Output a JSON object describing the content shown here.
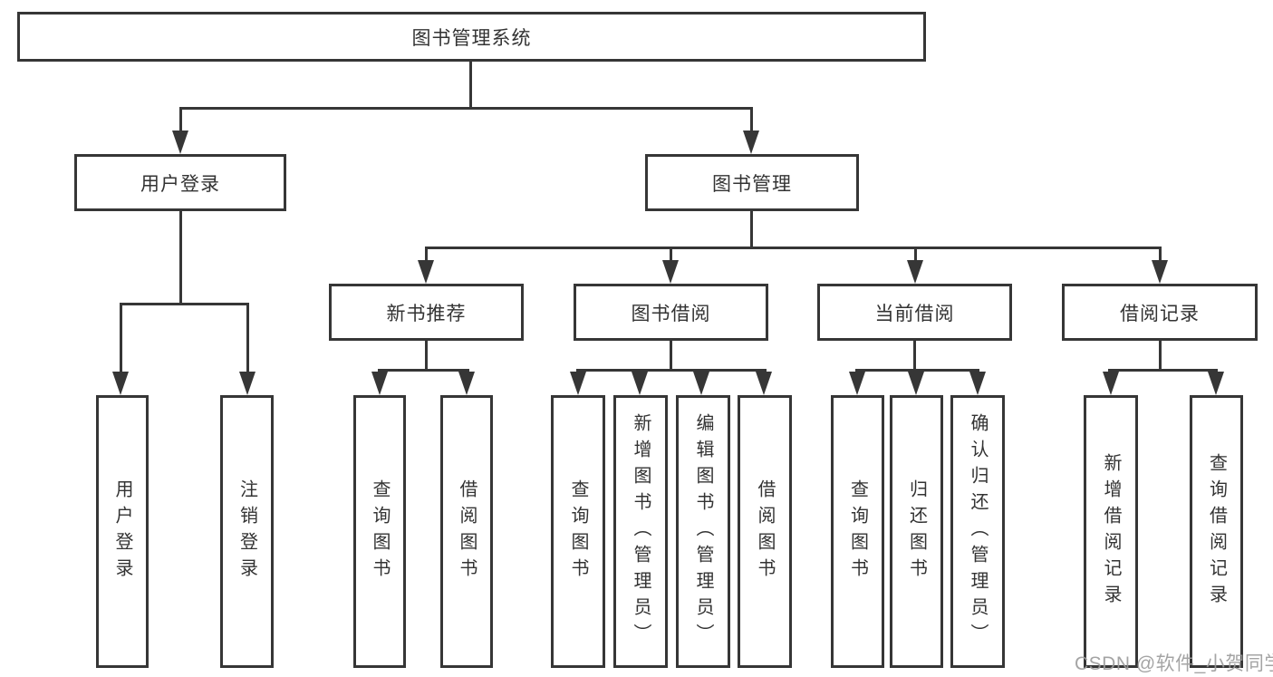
{
  "watermark": "CSDN @软件_小贺同学",
  "colors": {
    "line": "#363636",
    "text": "#333333",
    "box_bg": "#ffffff",
    "watermark": "#9b9b9b",
    "bg": "#ffffff"
  },
  "tree": {
    "root": {
      "label": "图书管理系统"
    },
    "branches": [
      {
        "label": "用户登录",
        "children": [
          {
            "label": "用户登录"
          },
          {
            "label": "注销登录"
          }
        ]
      },
      {
        "label": "图书管理",
        "children": [
          {
            "label": "新书推荐",
            "children": [
              {
                "label": "查询图书"
              },
              {
                "label": "借阅图书"
              }
            ]
          },
          {
            "label": "图书借阅",
            "children": [
              {
                "label": "查询图书"
              },
              {
                "label": "新增图书（管理员）"
              },
              {
                "label": "编辑图书（管理员）"
              },
              {
                "label": "借阅图书"
              }
            ]
          },
          {
            "label": "当前借阅",
            "children": [
              {
                "label": "查询图书"
              },
              {
                "label": "归还图书"
              },
              {
                "label": "确认归还（管理员）"
              }
            ]
          },
          {
            "label": "借阅记录",
            "children": [
              {
                "label": "新增借阅记录"
              },
              {
                "label": "查询借阅记录"
              }
            ]
          }
        ]
      }
    ]
  }
}
